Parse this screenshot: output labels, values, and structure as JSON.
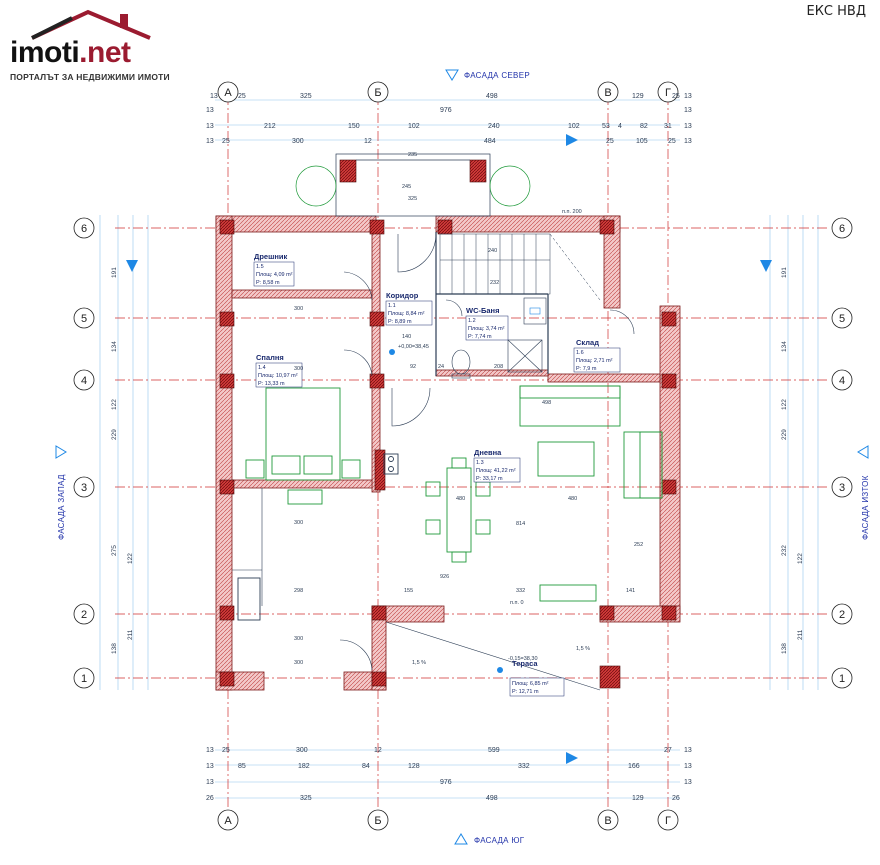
{
  "header": {
    "brand_name": "imoti",
    "brand_tld": ".net",
    "brand_tagline": "ПОРТАЛЪТ ЗА НЕДВИЖИМИ ИМОТИ",
    "stamp": "ЕКС НВД"
  },
  "facades": {
    "north": "ФАСАДА СЕВЕР",
    "south": "ФАСАДА ЮГ",
    "west": "ФАСАДА ЗАПАД",
    "east": "ФАСАДА ИЗТОК"
  },
  "axes": {
    "columns": [
      "А",
      "Б",
      "В",
      "Г"
    ],
    "rows": [
      "6",
      "5",
      "4",
      "3",
      "2",
      "1"
    ]
  },
  "top_dimensions": {
    "row1": [
      "13",
      "25",
      "325",
      "498",
      "129",
      "25",
      "13"
    ],
    "row2": [
      "13",
      "976",
      "13"
    ],
    "row3": [
      "13",
      "212",
      "150",
      "102",
      "240",
      "102",
      "53",
      "4",
      "82",
      "31",
      "13"
    ],
    "row4": [
      "13",
      "25",
      "300",
      "12",
      "484",
      "25",
      "105",
      "25",
      "13"
    ]
  },
  "bottom_dimensions": {
    "row1": [
      "13",
      "25",
      "300",
      "12",
      "599",
      "27",
      "13"
    ],
    "row2": [
      "13",
      "85",
      "182",
      "84",
      "128",
      "332",
      "166",
      "13"
    ],
    "row3": [
      "13",
      "976",
      "13"
    ],
    "row4": [
      "26",
      "325",
      "498",
      "129",
      "26"
    ]
  },
  "left_dimensions": [
    "191",
    "134",
    "122",
    "229",
    "275",
    "122",
    "211",
    "138"
  ],
  "right_dimensions": [
    "191",
    "134",
    "122",
    "229",
    "232",
    "122",
    "211",
    "138"
  ],
  "rooms": [
    {
      "name": "Дрешник",
      "info": [
        "1.5",
        "Площ: 4,09 m²",
        "P: 8,58 m"
      ]
    },
    {
      "name": "Коридор",
      "info": [
        "1.1",
        "Площ: 8,84 m²",
        "P: 8,89 m"
      ]
    },
    {
      "name": "WC-Баня",
      "info": [
        "1.2",
        "Площ: 3,74 m²",
        "P: 7,74 m"
      ]
    },
    {
      "name": "Склад",
      "info": [
        "1.6",
        "Площ: 2,71 m²",
        "P: 7,9 m"
      ]
    },
    {
      "name": "Спалня",
      "info": [
        "1.4",
        "Площ: 10,97 m²",
        "P: 13,33 m"
      ]
    },
    {
      "name": "Дневна",
      "info": [
        "1.3",
        "Площ: 41,22 m²",
        "P: 33,17 m"
      ]
    },
    {
      "name": "Тераса",
      "info": [
        "Площ: 6,85 m²",
        "P: 12,71 m"
      ]
    }
  ],
  "interior_labels": {
    "level": "+0,00=38,45",
    "terrace_level": "-0,15=38,30",
    "floor_zero": "п.п. 0",
    "stair_200": "п.п. 200",
    "slope1": "1,5 %",
    "slope2": "1,5 %",
    "inner": [
      "300",
      "300",
      "300",
      "300",
      "298",
      "155",
      "332",
      "141",
      "926",
      "814",
      "498",
      "480",
      "480",
      "252",
      "140",
      "208",
      "92",
      "24",
      "240",
      "232",
      "245",
      "325",
      "235",
      "300"
    ]
  },
  "colors": {
    "line": "#2c3d55",
    "axis": "#d03030",
    "wall_hatch": "#e8a0a0",
    "column": "#c02020",
    "furniture": "#1f9a3a",
    "blue_accent": "#1e88e5",
    "dim_blue": "#8fc4ec"
  }
}
